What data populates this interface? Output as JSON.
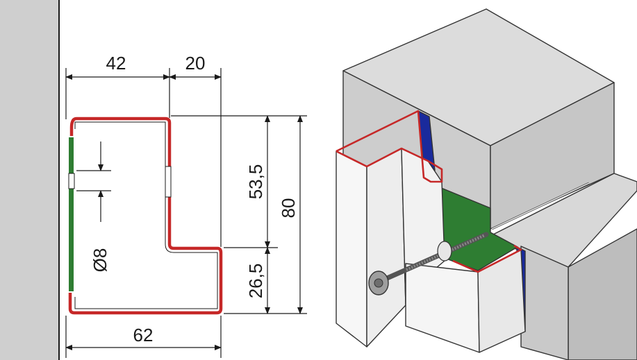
{
  "dimensions": {
    "top_left": "42",
    "top_right": "20",
    "bottom": "62",
    "height_upper": "53,5",
    "height_lower": "26,5",
    "height_total": "80",
    "hole": "Ø8"
  },
  "colors": {
    "wall_grey": "#cfcfcf",
    "profile_red": "#c62828",
    "gasket_green": "#2e7d32",
    "tape_blue": "#1a2a9c",
    "block_top": "#dcdcdc",
    "block_front": "#c8c8c8",
    "block_side": "#b8b8b8",
    "profile_white": "#f7f7f7"
  }
}
